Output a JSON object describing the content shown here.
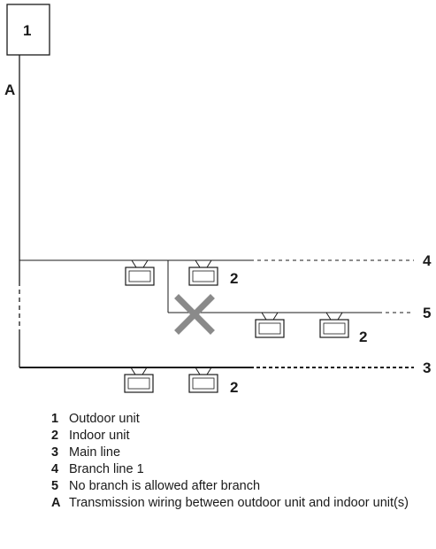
{
  "diagram": {
    "outdoor_label": "1",
    "wire_label": "A",
    "indoor_labels": [
      "2",
      "2",
      "2"
    ],
    "line_labels": {
      "branch_line": "4",
      "no_branch_line": "5",
      "main_line": "3"
    }
  },
  "legend": [
    {
      "key": "1",
      "text": "Outdoor unit"
    },
    {
      "key": "2",
      "text": "Indoor unit"
    },
    {
      "key": "3",
      "text": "Main line"
    },
    {
      "key": "4",
      "text": "Branch line 1"
    },
    {
      "key": "5",
      "text": "No branch is allowed after branch"
    },
    {
      "key": "A",
      "text": "Transmission wiring between outdoor unit and indoor unit(s)"
    }
  ]
}
